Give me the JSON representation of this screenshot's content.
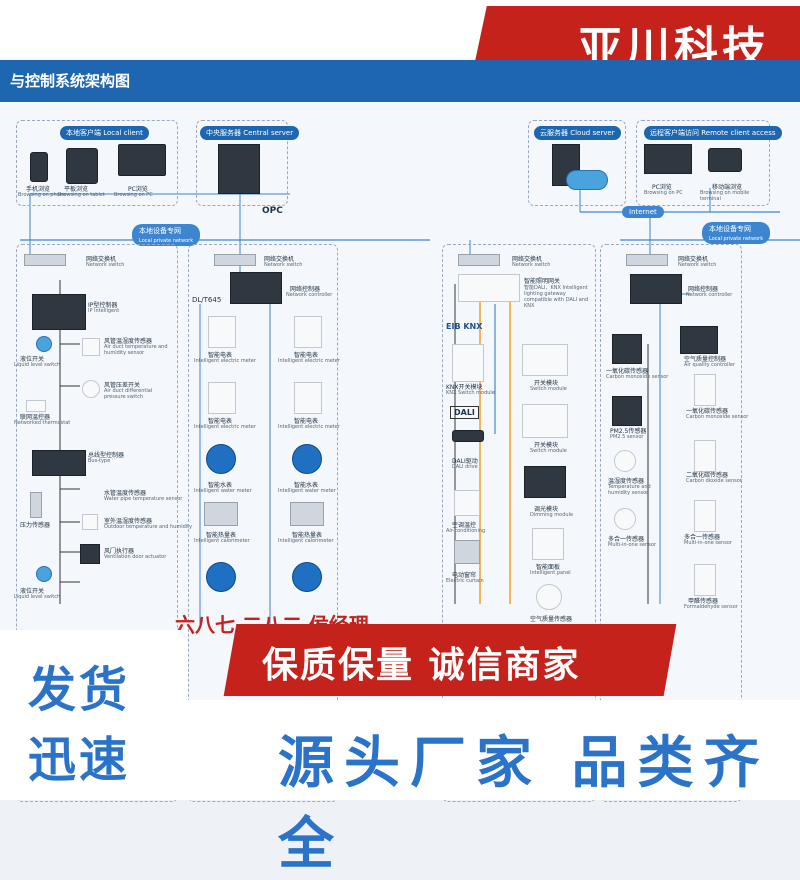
{
  "header": {
    "brand": "亚川科技",
    "diagram_title": "与控制系统架构图"
  },
  "diagram": {
    "left_group": {
      "local_client": "本地客户端 Local client",
      "phone": "手机浏览",
      "phone_en": "Browsing on phone",
      "tablet": "平板浏览",
      "tablet_en": "Browsing on tablet",
      "pc": "PC浏览",
      "pc_en": "Browsing on PC",
      "central_server": "中央服务器 Central server",
      "opc": "OPC",
      "local_network": "本地设备专网",
      "local_network_en": "Local private network",
      "switch": "网络交换机",
      "switch_en": "Network switch",
      "ip_controller": "IP型控制器",
      "ip_controller_en": "IP intelligent",
      "liquid_switch": "液位开关",
      "liquid_switch_en": "Liquid level switch",
      "duct_temp": "风管温湿度传感器",
      "duct_temp_en": "Air duct temperature and humidity sensor",
      "duct_pressure": "风管压差开关",
      "duct_pressure_en": "Air duct differential pressure switch",
      "net_thermostat": "联网温控器",
      "net_thermostat_en": "Networked thermostat",
      "bus_controller": "总线型控制器",
      "bus_controller_en": "Bus-type",
      "water_pipe_temp": "水管温度传感器",
      "water_pipe_temp_en": "Water pipe temperature sensor",
      "outdoor_temp": "室外温湿度传感器",
      "outdoor_temp_en": "Outdoor temperature and humidity",
      "pressure_sensor": "压力传感器",
      "valve_actuator": "风门执行器",
      "valve_actuator_en": "Ventilation door actuator",
      "liquid_switch2": "液位开关",
      "liquid_switch2_en": "Liquid level switch"
    },
    "meter_group": {
      "dl_label": "DL/T645",
      "switch": "网络交换机",
      "switch_en": "Network switch",
      "controller": "网络控制器",
      "controller_en": "Network controller",
      "electric_meter": "智能电表",
      "electric_meter_en": "Intelligent electric meter",
      "water_meter": "智能水表",
      "water_meter_en": "Intelligent water meter",
      "heat_meter": "智能热量表",
      "heat_meter_en": "Intelligent calorimeter"
    },
    "lighting_group": {
      "switch": "网络交换机",
      "switch_en": "Network switch",
      "gateway": "智能照明网关",
      "gateway_en": "智能DALI、KNX Intelligent lighting gateway compatible with DALI and KNX",
      "knx_logo": "EIB KNX",
      "knx_module": "KNX开关模块",
      "knx_module_en": "KNX Switch module",
      "switch_module": "开关模块",
      "switch_module_en": "Switch module",
      "dali_logo": "DALI",
      "dali_drive": "DALI驱动",
      "dali_drive_en": "DALI drive",
      "dimming_module": "调光模块",
      "dimming_module_en": "Dimming module",
      "ac_thermostat": "空调温控",
      "ac_thermostat_en": "Air-conditioning",
      "smart_panel": "智能面板",
      "smart_panel_en": "Intelligent panel",
      "curtain": "电动窗帘",
      "curtain_en": "Electric curtain",
      "air_quality_sensor": "空气质量传感器"
    },
    "cloud_group": {
      "cloud_server": "云服务器 Cloud server",
      "remote_client": "远程客户端访问 Remote client access",
      "pc": "PC浏览",
      "pc_en": "Browsing on PC",
      "mobile": "移动端浏览",
      "mobile_en": "Browsing on mobile terminal",
      "internet": "Internet",
      "local_network": "本地设备专网",
      "local_network_en": "Local private network",
      "switch": "网络交换机",
      "switch_en": "Network switch",
      "controller": "网络控制器",
      "controller_en": "Network controller",
      "co_sensor": "一氧化碳传感器",
      "co_sensor_en": "Carbon monoxide sensor",
      "air_quality_controller": "空气质量控制器",
      "air_quality_controller_en": "Air quality controller",
      "pm25": "PM2.5传感器",
      "pm25_en": "PM2.5 sensor",
      "co_sensor2": "一氧化碳传感器",
      "co_sensor2_en": "Carbon monoxide sensor",
      "temp_humidity": "温湿度传感器",
      "temp_humidity_en": "Temperature and humidity sensor",
      "co2": "二氧化碳传感器",
      "co2_en": "Carbon dioxide sensor",
      "multi": "多合一传感器",
      "multi_en": "Multi-in-one sensor",
      "multi2": "多合一传感器",
      "multi2_en": "Multi-in-one sensor",
      "formaldehyde": "甲醛传感器",
      "formaldehyde_en": "Formaldehyde sensor"
    }
  },
  "promo": {
    "middle_ribbon": "保质保量  诚信商家",
    "left_line1": "发货",
    "left_line2": "迅速",
    "bottom": "源头厂家  品类齐全",
    "overlay": "六八七 二八二 侯经理"
  }
}
